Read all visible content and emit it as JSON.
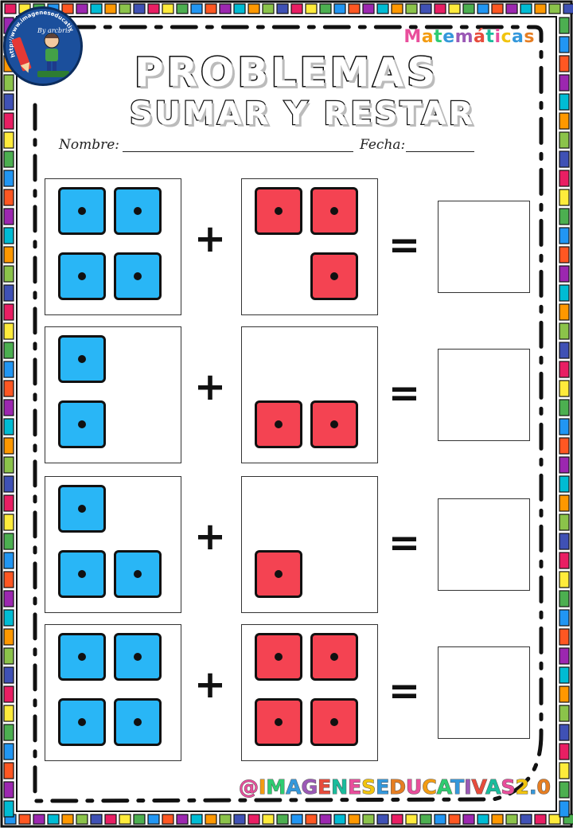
{
  "header": {
    "subject": "Matemáticas",
    "title": "PROBLEMAS",
    "subtitle": "SUMAR Y RESTAR",
    "name_label": "Nombre:",
    "date_label": "Fecha:",
    "logo_arc_text": "http://www.imageneseducativas.com",
    "logo_author": "By arcbris"
  },
  "colors": {
    "blue_die": "#29b6f6",
    "red_die": "#f44352",
    "subject_letters": [
      "#e94e9c",
      "#f39c12",
      "#2ecc71",
      "#3498db",
      "#9b59b6",
      "#e74c3c",
      "#1abc9c",
      "#e94e9c",
      "#f1c40f",
      "#3498db",
      "#e67e22"
    ],
    "border_stripes": [
      "#e91e63",
      "#ffeb3b",
      "#4caf50",
      "#2196f3",
      "#ff5722",
      "#9c27b0",
      "#00bcd4",
      "#ff9800",
      "#8bc34a",
      "#3f51b5"
    ]
  },
  "problems": [
    {
      "left_blue": 4,
      "right_red": 3,
      "plus": "+",
      "equals": "="
    },
    {
      "left_blue": 2,
      "right_red": 2,
      "plus": "+",
      "equals": "="
    },
    {
      "left_blue": 3,
      "right_red": 1,
      "plus": "+",
      "equals": "="
    },
    {
      "left_blue": 4,
      "right_red": 4,
      "plus": "+",
      "equals": "="
    }
  ],
  "footer": {
    "handle": "@IMAGENESEDUCATIVAS2.0"
  }
}
